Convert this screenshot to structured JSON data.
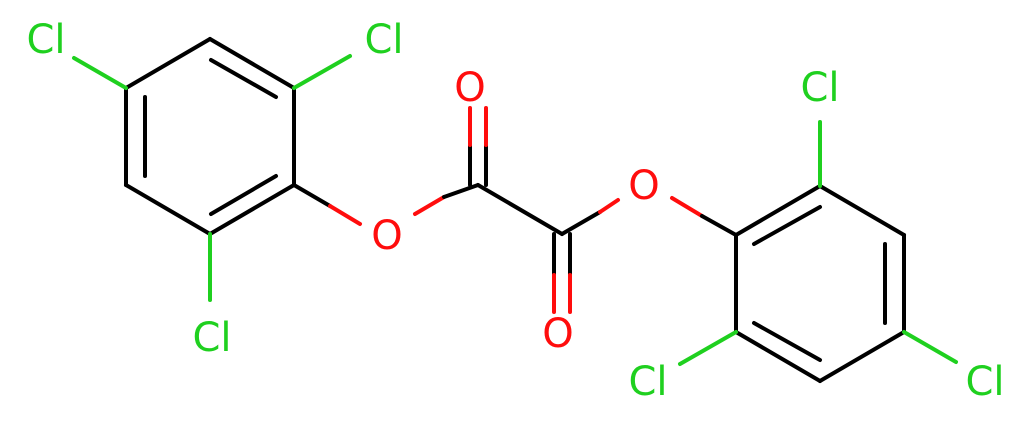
{
  "molecule": {
    "atoms": {
      "cl_top_left": "Cl",
      "cl_top_mid": "Cl",
      "cl_bottom_left": "Cl",
      "o_ester_left": "O",
      "o_carbonyl_top": "O",
      "o_carbonyl_bottom": "O",
      "o_ester_right": "O",
      "cl_right_top": "Cl",
      "cl_right_bottom_left": "Cl",
      "cl_right_bottom_right": "Cl"
    },
    "colors": {
      "carbon_bond": "#000000",
      "oxygen": "#ff0d0d",
      "chlorine": "#1fd01f",
      "background": "#ffffff"
    }
  }
}
